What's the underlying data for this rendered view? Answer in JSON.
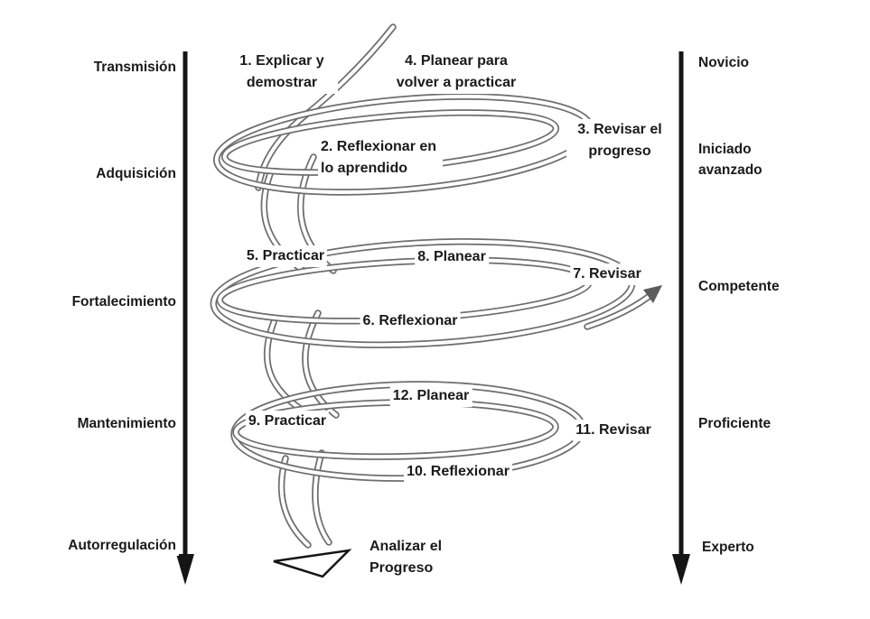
{
  "colors": {
    "background": "#ffffff",
    "axis": "#151515",
    "coil": "#6e6e6e",
    "text": "#1a1a1a"
  },
  "left_axis": {
    "items": [
      {
        "label": "Transmisión"
      },
      {
        "label": "Adquisición"
      },
      {
        "label": "Fortalecimiento"
      },
      {
        "label": "Mantenimiento"
      },
      {
        "label": "Autorregulación"
      }
    ]
  },
  "right_axis": {
    "items": [
      {
        "label": "Novicio"
      },
      {
        "label": "Iniciado avanzado"
      },
      {
        "label": "Competente"
      },
      {
        "label": "Proficiente"
      },
      {
        "label": "Experto"
      }
    ]
  },
  "spiral": {
    "steps": [
      {
        "label": "1. Explicar y demostrar"
      },
      {
        "label": "2. Reflexionar en lo aprendido"
      },
      {
        "label": "3. Revisar el progreso"
      },
      {
        "label": "4. Planear para volver a practicar"
      },
      {
        "label": "5. Practicar"
      },
      {
        "label": "6. Reflexionar"
      },
      {
        "label": "7. Revisar"
      },
      {
        "label": "8. Planear"
      },
      {
        "label": "9. Practicar"
      },
      {
        "label": "10. Reflexionar"
      },
      {
        "label": "11. Revisar"
      },
      {
        "label": "12. Planear"
      }
    ],
    "outcome_label": "Analizar el Progreso"
  }
}
